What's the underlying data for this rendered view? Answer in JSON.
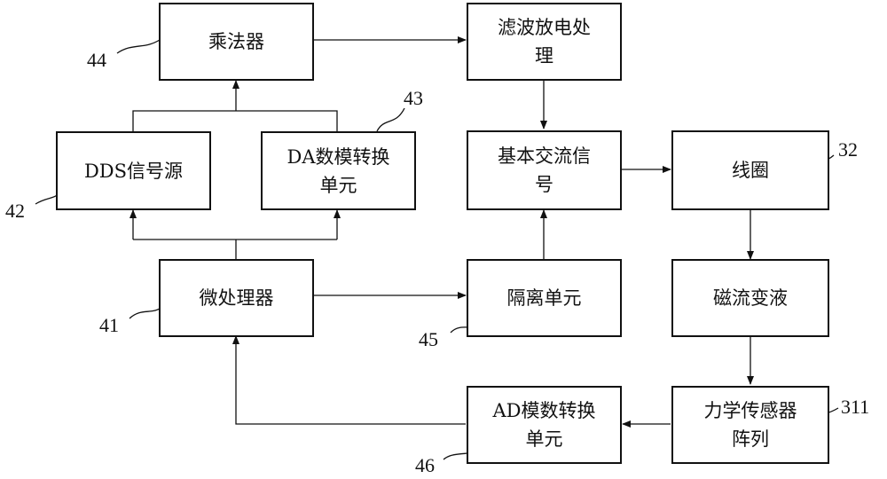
{
  "blocks": {
    "multiplier": {
      "label": "乘法器",
      "ref": "44"
    },
    "filter": {
      "label": "滤波放电处\n理"
    },
    "dds": {
      "label": "DDS信号源",
      "ref": "42"
    },
    "da": {
      "label": "DA数模转换\n单元",
      "ref": "43"
    },
    "ac_signal": {
      "label": "基本交流信\n号"
    },
    "coil": {
      "label": "线圈",
      "ref": "32"
    },
    "mcu": {
      "label": "微处理器",
      "ref": "41"
    },
    "isolation": {
      "label": "隔离单元",
      "ref": "45"
    },
    "mr_fluid": {
      "label": "磁流变液"
    },
    "ad": {
      "label": "AD模数转换\n单元",
      "ref": "46"
    },
    "sensor": {
      "label": "力学传感器\n阵列",
      "ref": "311"
    }
  }
}
